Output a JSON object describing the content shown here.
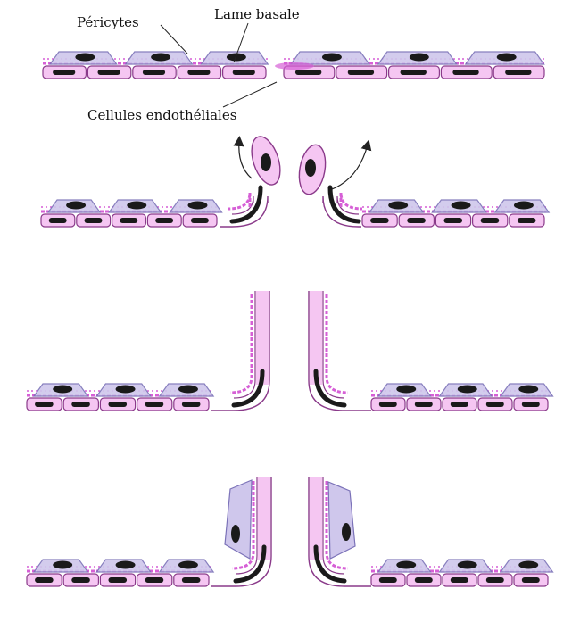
{
  "labels": {
    "pericytes": "Péricytes",
    "lame_basale": "Lame basale",
    "endothelial": "Cellules endothéliales"
  },
  "colors": {
    "endothelial_fill": "#f5c6f2",
    "endothelial_stroke": "#8a3a8a",
    "pericyte_fill": "#cfc7ec",
    "pericyte_stroke": "#7b72b8",
    "basement_membrane": "#d65fd6",
    "nucleus": "#1a1a1a",
    "arrow": "#222222"
  },
  "icons": {
    "migration_arrow": "curved-arrow-icon"
  }
}
